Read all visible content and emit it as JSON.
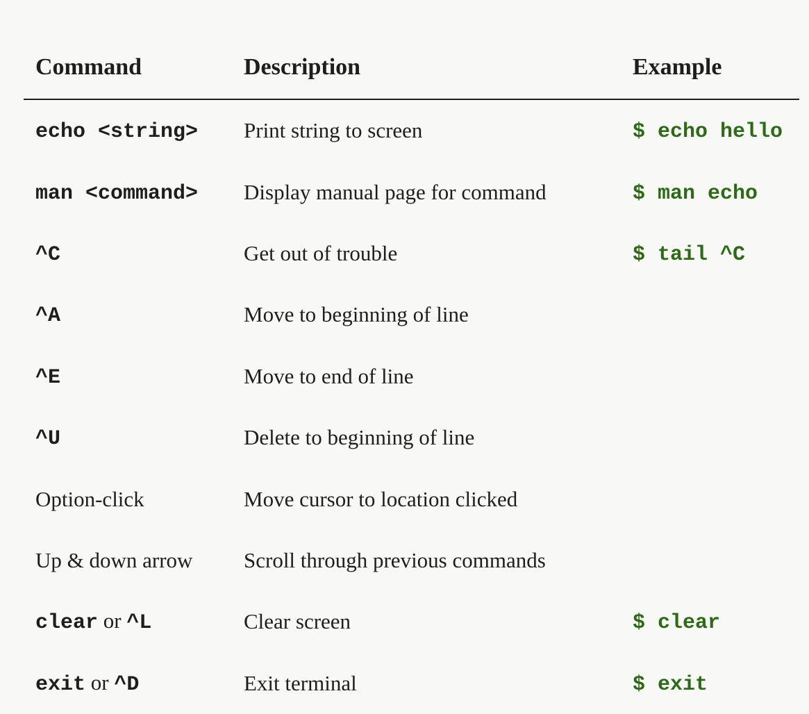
{
  "headers": {
    "command": "Command",
    "description": "Description",
    "example": "Example"
  },
  "rows": [
    {
      "cmd_code": "echo <string>",
      "cmd_text": "",
      "cmd_code2": "",
      "cmd_join": "",
      "description": "Print string to screen",
      "example": "$ echo hello"
    },
    {
      "cmd_code": "man <command>",
      "cmd_text": "",
      "cmd_code2": "",
      "cmd_join": "",
      "description": "Display manual page for command",
      "example": "$ man echo"
    },
    {
      "cmd_code": "^C",
      "cmd_text": "",
      "cmd_code2": "",
      "cmd_join": "",
      "description": "Get out of trouble",
      "example": "$ tail ^C"
    },
    {
      "cmd_code": "^A",
      "cmd_text": "",
      "cmd_code2": "",
      "cmd_join": "",
      "description": "Move to beginning of line",
      "example": ""
    },
    {
      "cmd_code": "^E",
      "cmd_text": "",
      "cmd_code2": "",
      "cmd_join": "",
      "description": "Move to end of line",
      "example": ""
    },
    {
      "cmd_code": "^U",
      "cmd_text": "",
      "cmd_code2": "",
      "cmd_join": "",
      "description": "Delete to beginning of line",
      "example": ""
    },
    {
      "cmd_code": "",
      "cmd_text": "Option-click",
      "cmd_code2": "",
      "cmd_join": "",
      "description": "Move cursor to location clicked",
      "example": ""
    },
    {
      "cmd_code": "",
      "cmd_text": "Up & down arrow",
      "cmd_code2": "",
      "cmd_join": "",
      "description": "Scroll through previous commands",
      "example": ""
    },
    {
      "cmd_code": "clear",
      "cmd_text": "",
      "cmd_code2": "^L",
      "cmd_join": " or ",
      "description": "Clear screen",
      "example": "$ clear"
    },
    {
      "cmd_code": "exit",
      "cmd_text": "",
      "cmd_code2": "^D",
      "cmd_join": " or ",
      "description": "Exit terminal",
      "example": "$ exit"
    }
  ],
  "colors": {
    "text": "#1e1e1e",
    "example_green": "#2d6a16",
    "background": "#f8f8f7"
  }
}
